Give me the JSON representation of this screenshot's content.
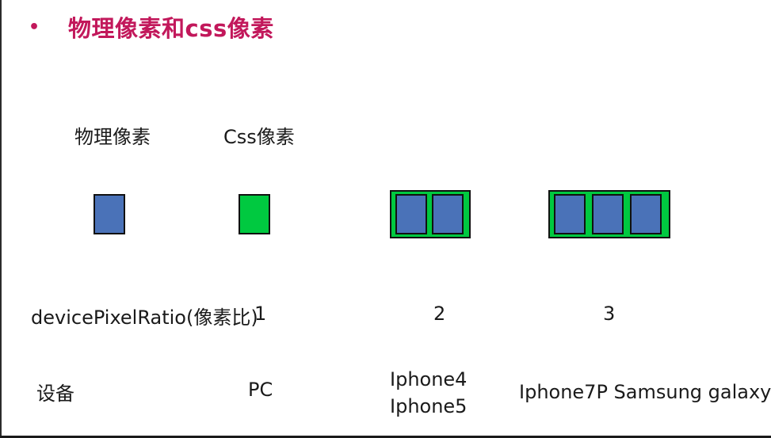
{
  "slide": {
    "bullet": "•",
    "title": "物理像素和css像素"
  },
  "headers": {
    "physical": "物理像素",
    "css": "Css像素"
  },
  "ratio_row": {
    "label": "devicePixelRatio(像素比)",
    "values": [
      "1",
      "2",
      "3"
    ]
  },
  "device_row": {
    "label": "设备",
    "pc": "PC",
    "iphone4": "Iphone4",
    "iphone5": "Iphone5",
    "large": "Iphone7P Samsung galaxy"
  },
  "colors": {
    "accent": "#c2185b",
    "physical_pixel": "#4a72b8",
    "css_pixel": "#00c940"
  }
}
